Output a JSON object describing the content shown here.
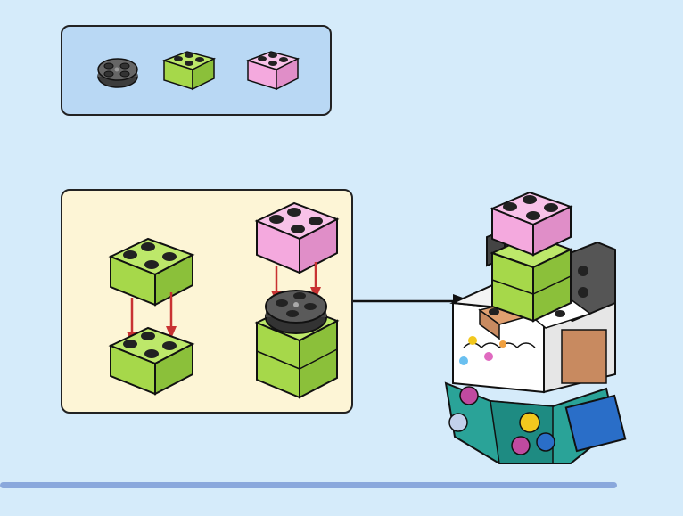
{
  "colors": {
    "background": "#d5ebfa",
    "parts_panel": "#b9d8f4",
    "step_panel": "#fdf5d6",
    "lime": "#a6d84a",
    "pink": "#f4a9de",
    "dark_gray": "#555555",
    "arrow_red": "#c83232",
    "progress_bar": "#8aa8dc"
  },
  "parts_list": [
    {
      "name": "round-plate-2x2-dark-gray",
      "color": "dark_gray"
    },
    {
      "name": "brick-2x2-lime",
      "color": "lime"
    },
    {
      "name": "brick-2x2-pink",
      "color": "pink"
    }
  ],
  "icons": [
    "down-arrow-icon",
    "callout-arrow-icon"
  ]
}
